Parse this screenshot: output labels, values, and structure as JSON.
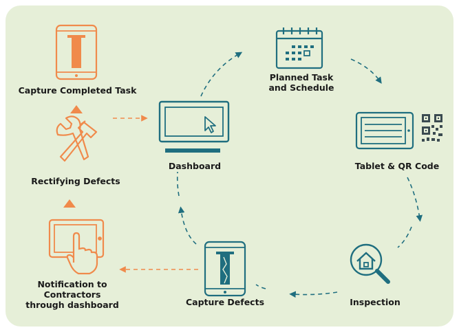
{
  "colors": {
    "background": "#e6efd8",
    "teal": "#1f6e7f",
    "orange": "#f08a4b",
    "text": "#1a1a1a"
  },
  "steps": {
    "planned_task": "Planned Task\nand Schedule",
    "tablet_qr": "Tablet & QR Code",
    "inspection": "Inspection",
    "capture_defects": "Capture Defects",
    "notification": "Notification to\nContractors\nthrough dashboard",
    "rectifying": "Rectifying Defects",
    "capture_completed": "Capture Completed Task",
    "dashboard": "Dashboard"
  },
  "icons": {
    "planned_task": "calendar-icon",
    "tablet_qr": "tablet-with-qr-code-icon",
    "inspection": "magnifier-house-icon",
    "capture_defects": "phone-cracked-pillar-icon",
    "notification": "tablet-touch-hand-icon",
    "rectifying": "wrench-hammer-icon",
    "capture_completed": "phone-pillar-icon",
    "dashboard": "monitor-cursor-icon"
  }
}
